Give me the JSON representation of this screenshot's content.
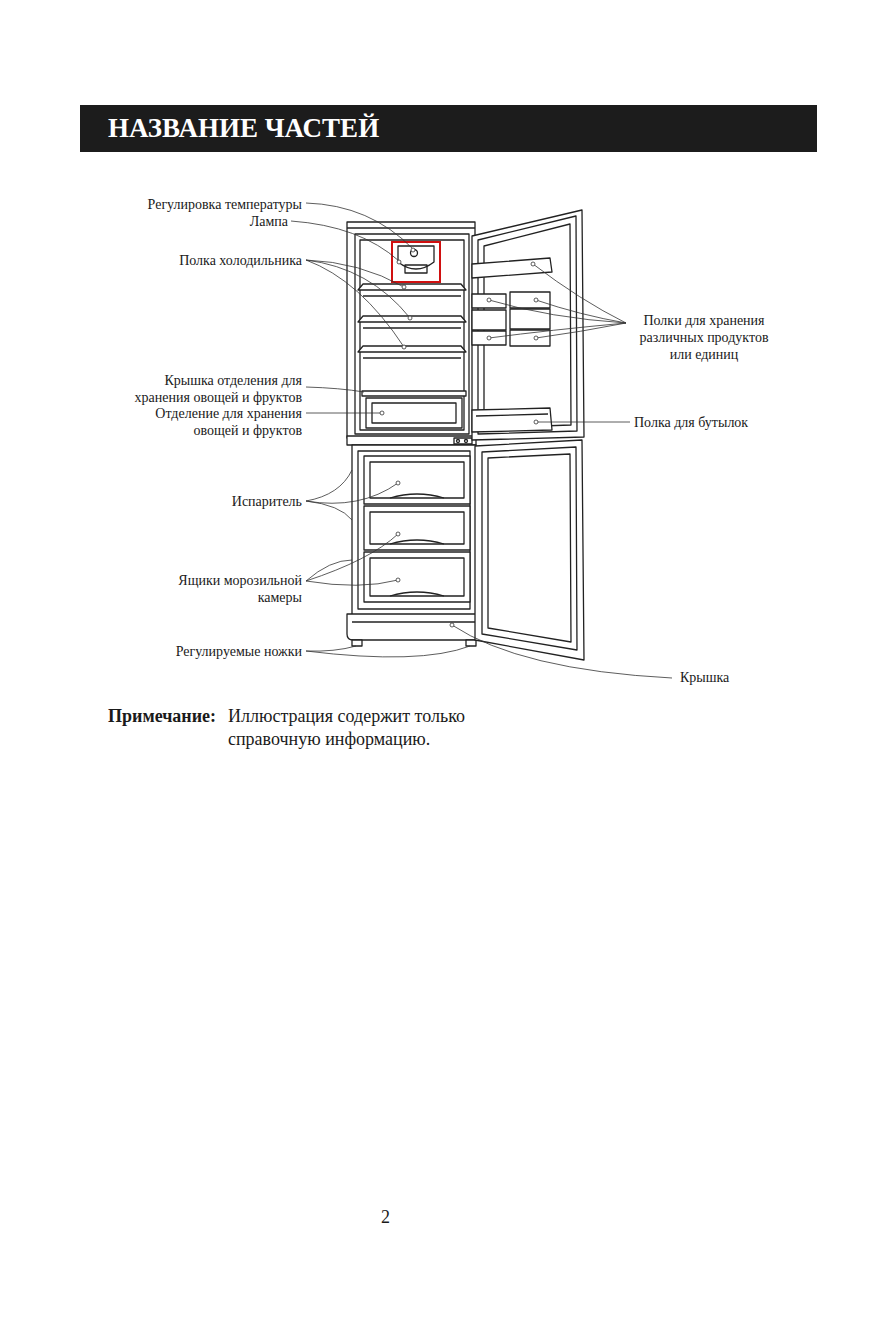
{
  "diagram": {
    "title": "НАЗВАНИЕ ЧАСТЕЙ",
    "labels": [
      "Регулировка температуры",
      "Лампа",
      "Полка холодильника",
      "Крышка отделения для хранения овощей и фруктов",
      "Отделение для хранения овощей и фруктов",
      "Испаритель",
      "Ящики морозильной камеры",
      "Регулируемые ножки",
      "Полки для хранения различных продуктов или единиц",
      "Полка для бутылок",
      "Крышка",
      "Примечание:",
      "Иллюстрация содержит только справочную информацию.",
      "2"
    ]
  }
}
